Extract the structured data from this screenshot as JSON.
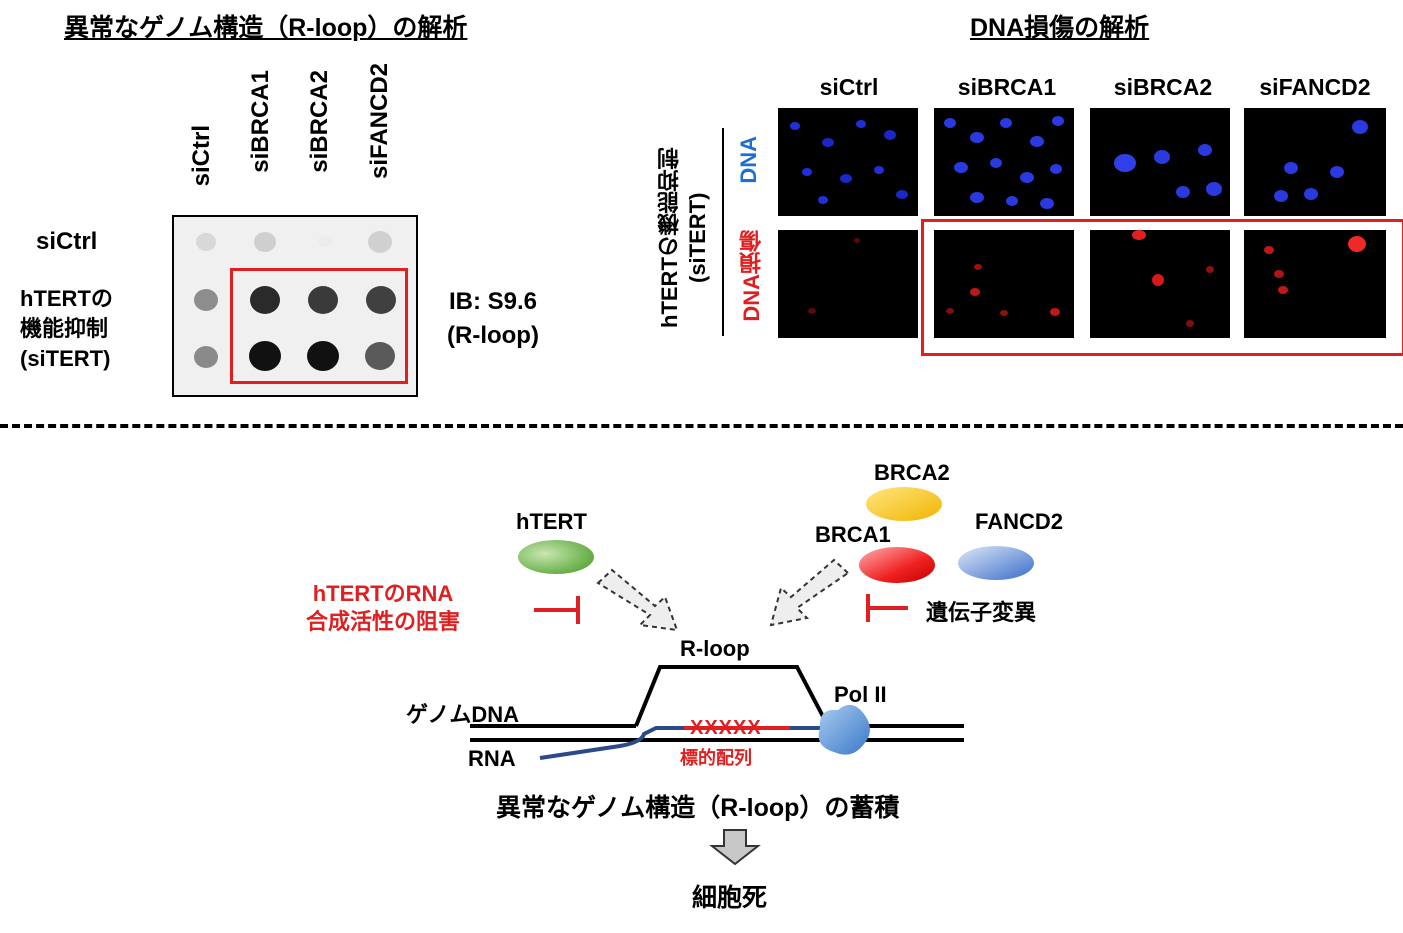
{
  "left_panel": {
    "title": "異常なゲノム構造（R-loop）の解析",
    "lanes": [
      "siCtrl",
      "siBRCA1",
      "siBRCA2",
      "siFANCD2"
    ],
    "rows": [
      {
        "label": "siCtrl"
      },
      {
        "label": "hTERTの\n機能抑制\n(siTERT)"
      }
    ],
    "ib_label": "IB: S9.6\n(R-loop)"
  },
  "right_panel": {
    "title": "DNA損傷の解析",
    "columns": [
      "siCtrl",
      "siBRCA1",
      "siBRCA2",
      "siFANCD2"
    ],
    "side_label": "hTERTの機能抑制\n(siTERT)",
    "row_labels": [
      "DNA",
      "DNA損傷"
    ],
    "colors": {
      "dna": "#1e6fd0",
      "damage": "#e02020"
    }
  },
  "diagram": {
    "proteins": [
      "hTERT",
      "BRCA2",
      "BRCA1",
      "FANCD2",
      "Pol II"
    ],
    "inhibition_left": "hTERTのRNA\n合成活性の阻害",
    "inhibition_right": "遺伝子変異",
    "rloop_label": "R-loop",
    "genome_label": "ゲノムDNA",
    "rna_label": "RNA",
    "target_marks": "XXXXX",
    "target_label": "標的配列",
    "result": "異常なゲノム構造（R-loop）の蓄積",
    "outcome": "細胞死"
  }
}
